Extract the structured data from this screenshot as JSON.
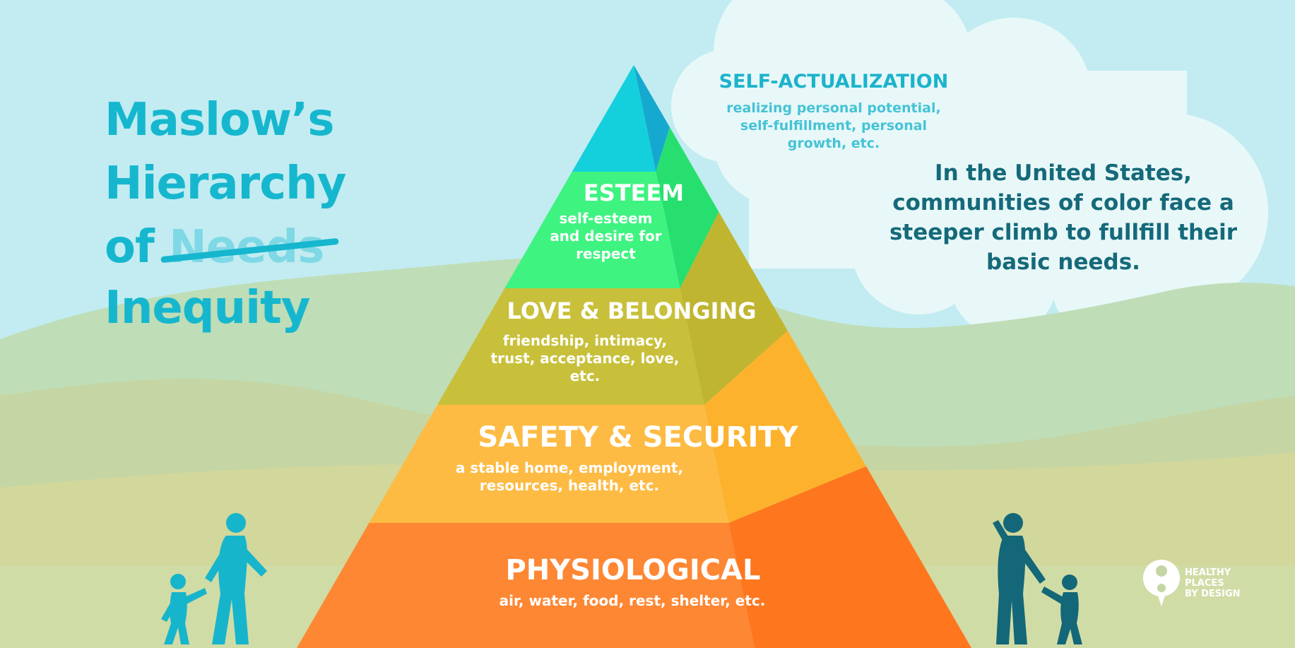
{
  "title": {
    "line1": "Maslow’s",
    "line2": "Hierarchy",
    "line3_prefix": "of",
    "line3_struck": "Needs",
    "line4": "Inequity"
  },
  "pyramid": {
    "levels": [
      {
        "name": "SELF-ACTUALIZATION",
        "description": "realizing personal potential, self-fulfillment, personal growth, etc.",
        "color_main": "#14d0dc",
        "color_shadow": "#16a9cf"
      },
      {
        "name": "ESTEEM",
        "description": "self-esteem and desire for respect",
        "color_main": "#3ff380",
        "color_shadow": "#27df6f"
      },
      {
        "name": "LOVE & BELONGING",
        "description": "friendship, intimacy, trust, acceptance, love, etc.",
        "color_main": "#c8c03a",
        "color_shadow": "#bfb531"
      },
      {
        "name": "SAFETY & SECURITY",
        "description": "a stable home, employment, resources, health, etc.",
        "color_main": "#fdbb44",
        "color_shadow": "#fdb22d"
      },
      {
        "name": "PHYSIOLOGICAL",
        "description": "air, water, food, rest, shelter, etc.",
        "color_main": "#fe8734",
        "color_shadow": "#fe761d"
      }
    ]
  },
  "cloud": {
    "statement": "In the United States, communities of color face a steeper climb to fullfill their basic needs."
  },
  "logo": {
    "line1": "HEALTHY",
    "line2": "PLACES",
    "line3": "BY DESIGN"
  },
  "colors": {
    "sky": "#c2ecf1",
    "title": "#16b7ce",
    "statement": "#15697a",
    "figure_left": "#17b5cc",
    "figure_right": "#136778"
  }
}
